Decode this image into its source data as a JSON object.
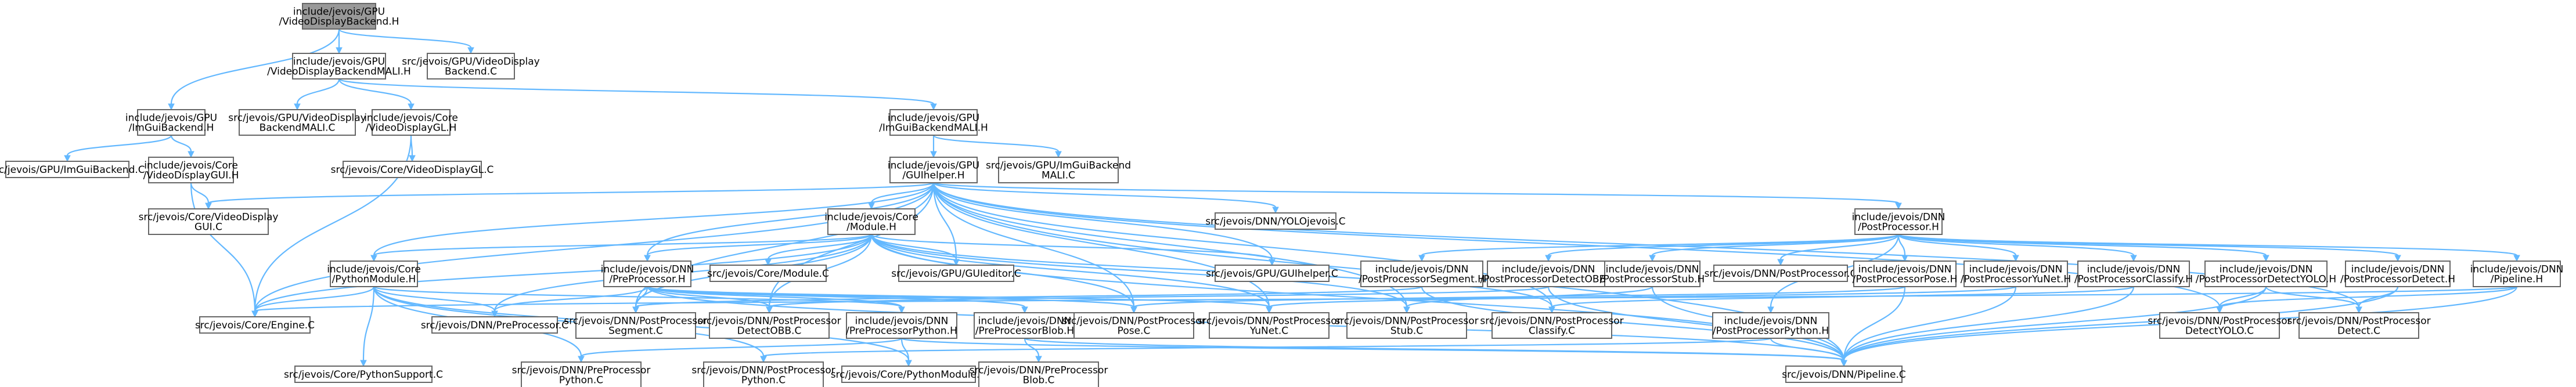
{
  "graph": {
    "colors": {
      "node_fill": "#ffffff",
      "root_fill": "#999999",
      "node_border": "#666666",
      "edge": "#63b8ff"
    },
    "nodes": [
      {
        "id": "root",
        "lines": [
          "include/jevois/GPU",
          "/VideoDisplayBackend.H"
        ],
        "root": true
      },
      {
        "id": "vdbmali_h",
        "lines": [
          "include/jevois/GPU",
          "/VideoDisplayBackendMALI.H"
        ]
      },
      {
        "id": "vdb_c",
        "lines": [
          "src/jevois/GPU/VideoDisplay",
          "Backend.C"
        ]
      },
      {
        "id": "imguibackend_h",
        "lines": [
          "include/jevois/GPU",
          "/ImGuiBackend.H"
        ]
      },
      {
        "id": "vdbmali_c",
        "lines": [
          "src/jevois/GPU/VideoDisplay",
          "BackendMALI.C"
        ]
      },
      {
        "id": "vdgl_h",
        "lines": [
          "include/jevois/Core",
          "/VideoDisplayGL.H"
        ]
      },
      {
        "id": "imguibackendmali_h",
        "lines": [
          "include/jevois/GPU",
          "/ImGuiBackendMALI.H"
        ]
      },
      {
        "id": "imguibackend_c",
        "lines": [
          "src/jevois/GPU/ImGuiBackend.C"
        ]
      },
      {
        "id": "vdgui_h",
        "lines": [
          "include/jevois/Core",
          "/VideoDisplayGUI.H"
        ]
      },
      {
        "id": "vdgl_c",
        "lines": [
          "src/jevois/Core/VideoDisplayGL.C"
        ]
      },
      {
        "id": "guihelper_h",
        "lines": [
          "include/jevois/GPU",
          "/GUIhelper.H"
        ]
      },
      {
        "id": "imguibackendmali_c",
        "lines": [
          "src/jevois/GPU/ImGuiBackend",
          "MALI.C"
        ]
      },
      {
        "id": "vdgui_c",
        "lines": [
          "src/jevois/Core/VideoDisplay",
          "GUI.C"
        ]
      },
      {
        "id": "module_h",
        "lines": [
          "include/jevois/Core",
          "/Module.H"
        ]
      },
      {
        "id": "yolojevois_c",
        "lines": [
          "src/jevois/DNN/YOLOjevois.C"
        ]
      },
      {
        "id": "postproc_h",
        "lines": [
          "include/jevois/DNN",
          "/PostProcessor.H"
        ]
      },
      {
        "id": "pythonmodule_h",
        "lines": [
          "include/jevois/Core",
          "/PythonModule.H"
        ]
      },
      {
        "id": "preproc_h",
        "lines": [
          "include/jevois/DNN",
          "/PreProcessor.H"
        ]
      },
      {
        "id": "module_c",
        "lines": [
          "src/jevois/Core/Module.C"
        ]
      },
      {
        "id": "guieditor_c",
        "lines": [
          "src/jevois/GPU/GUIeditor.C"
        ]
      },
      {
        "id": "guihelper_c",
        "lines": [
          "src/jevois/GPU/GUIhelper.C"
        ]
      },
      {
        "id": "ppseg_h",
        "lines": [
          "include/jevois/DNN",
          "/PostProcessorSegment.H"
        ]
      },
      {
        "id": "ppobb_h",
        "lines": [
          "include/jevois/DNN",
          "/PostProcessorDetectOBB.H"
        ]
      },
      {
        "id": "ppstub_h",
        "lines": [
          "include/jevois/DNN",
          "/PostProcessorStub.H"
        ]
      },
      {
        "id": "postproc_c",
        "lines": [
          "src/jevois/DNN/PostProcessor.C"
        ]
      },
      {
        "id": "pppose_h",
        "lines": [
          "include/jevois/DNN",
          "/PostProcessorPose.H"
        ]
      },
      {
        "id": "ppyunet_h",
        "lines": [
          "include/jevois/DNN",
          "/PostProcessorYuNet.H"
        ]
      },
      {
        "id": "ppclassify_h",
        "lines": [
          "include/jevois/DNN",
          "/PostProcessorClassify.H"
        ]
      },
      {
        "id": "ppyolo_h",
        "lines": [
          "include/jevois/DNN",
          "/PostProcessorDetectYOLO.H"
        ]
      },
      {
        "id": "ppdetect_h",
        "lines": [
          "include/jevois/DNN",
          "/PostProcessorDetect.H"
        ]
      },
      {
        "id": "pipeline_h",
        "lines": [
          "include/jevois/DNN",
          "/Pipeline.H"
        ]
      },
      {
        "id": "engine_c",
        "lines": [
          "src/jevois/Core/Engine.C"
        ]
      },
      {
        "id": "preproc_c",
        "lines": [
          "src/jevois/DNN/PreProcessor.C"
        ]
      },
      {
        "id": "ppseg_c",
        "lines": [
          "src/jevois/DNN/PostProcessor",
          "Segment.C"
        ]
      },
      {
        "id": "ppobb_c",
        "lines": [
          "src/jevois/DNN/PostProcessor",
          "DetectOBB.C"
        ]
      },
      {
        "id": "prepython_h",
        "lines": [
          "include/jevois/DNN",
          "/PreProcessorPython.H"
        ]
      },
      {
        "id": "preblob_h",
        "lines": [
          "include/jevois/DNN",
          "/PreProcessorBlob.H"
        ]
      },
      {
        "id": "pppose_c",
        "lines": [
          "src/jevois/DNN/PostProcessor",
          "Pose.C"
        ]
      },
      {
        "id": "ppyunet_c",
        "lines": [
          "src/jevois/DNN/PostProcessor",
          "YuNet.C"
        ]
      },
      {
        "id": "ppstub_c",
        "lines": [
          "src/jevois/DNN/PostProcessor",
          "Stub.C"
        ]
      },
      {
        "id": "ppclassify_c",
        "lines": [
          "src/jevois/DNN/PostProcessor",
          "Classify.C"
        ]
      },
      {
        "id": "pppython_h",
        "lines": [
          "include/jevois/DNN",
          "/PostProcessorPython.H"
        ]
      },
      {
        "id": "ppyolo_c",
        "lines": [
          "src/jevois/DNN/PostProcessor",
          "DetectYOLO.C"
        ]
      },
      {
        "id": "ppdetect_c",
        "lines": [
          "src/jevois/DNN/PostProcessor",
          "Detect.C"
        ]
      },
      {
        "id": "pythonsupport_c",
        "lines": [
          "src/jevois/Core/PythonSupport.C"
        ]
      },
      {
        "id": "prepython_c",
        "lines": [
          "src/jevois/DNN/PreProcessor",
          "Python.C"
        ]
      },
      {
        "id": "pppython_c",
        "lines": [
          "src/jevois/DNN/PostProcessor",
          "Python.C"
        ]
      },
      {
        "id": "pythonmodule_c",
        "lines": [
          "src/jevois/Core/PythonModule.C"
        ]
      },
      {
        "id": "preblob_c",
        "lines": [
          "src/jevois/DNN/PreProcessor",
          "Blob.C"
        ]
      },
      {
        "id": "pipeline_c",
        "lines": [
          "src/jevois/DNN/Pipeline.C"
        ]
      }
    ],
    "edges": [
      [
        "root",
        "vdbmali_h"
      ],
      [
        "root",
        "vdb_c"
      ],
      [
        "root",
        "imguibackend_h"
      ],
      [
        "vdbmali_h",
        "vdbmali_c"
      ],
      [
        "vdbmali_h",
        "vdgl_h"
      ],
      [
        "vdbmali_h",
        "imguibackendmali_h"
      ],
      [
        "imguibackend_h",
        "imguibackend_c"
      ],
      [
        "imguibackend_h",
        "vdgui_h"
      ],
      [
        "vdgl_h",
        "vdgl_c"
      ],
      [
        "vdgl_h",
        "engine_c"
      ],
      [
        "imguibackendmali_h",
        "guihelper_h"
      ],
      [
        "imguibackendmali_h",
        "imguibackendmali_c"
      ],
      [
        "vdgui_h",
        "vdgui_c"
      ],
      [
        "vdgui_h",
        "engine_c"
      ],
      [
        "guihelper_h",
        "vdgui_c"
      ],
      [
        "guihelper_h",
        "module_h"
      ],
      [
        "guihelper_h",
        "yolojevois_c"
      ],
      [
        "guihelper_h",
        "postproc_h"
      ],
      [
        "guihelper_h",
        "engine_c"
      ],
      [
        "guihelper_h",
        "guieditor_c"
      ],
      [
        "guihelper_h",
        "guihelper_c"
      ],
      [
        "guihelper_h",
        "pythonmodule_h"
      ],
      [
        "guihelper_h",
        "preproc_h"
      ],
      [
        "guihelper_h",
        "ppseg_c"
      ],
      [
        "guihelper_h",
        "ppobb_c"
      ],
      [
        "guihelper_h",
        "pppose_c"
      ],
      [
        "guihelper_h",
        "ppyunet_c"
      ],
      [
        "guihelper_h",
        "ppstub_c"
      ],
      [
        "guihelper_h",
        "ppclassify_c"
      ],
      [
        "guihelper_h",
        "ppyolo_c"
      ],
      [
        "guihelper_h",
        "ppdetect_c"
      ],
      [
        "guihelper_h",
        "pipeline_c"
      ],
      [
        "module_h",
        "pythonmodule_h"
      ],
      [
        "module_h",
        "preproc_h"
      ],
      [
        "module_h",
        "module_c"
      ],
      [
        "module_h",
        "guieditor_c"
      ],
      [
        "module_h",
        "guihelper_c"
      ],
      [
        "module_h",
        "engine_c"
      ],
      [
        "module_h",
        "preproc_c"
      ],
      [
        "module_h",
        "ppseg_c"
      ],
      [
        "module_h",
        "ppobb_c"
      ],
      [
        "module_h",
        "pppose_c"
      ],
      [
        "module_h",
        "ppyunet_c"
      ],
      [
        "module_h",
        "ppstub_c"
      ],
      [
        "module_h",
        "ppclassify_c"
      ],
      [
        "module_h",
        "pipeline_c"
      ],
      [
        "postproc_h",
        "ppseg_h"
      ],
      [
        "postproc_h",
        "ppobb_h"
      ],
      [
        "postproc_h",
        "ppstub_h"
      ],
      [
        "postproc_h",
        "postproc_c"
      ],
      [
        "postproc_h",
        "pppose_h"
      ],
      [
        "postproc_h",
        "ppyunet_h"
      ],
      [
        "postproc_h",
        "ppclassify_h"
      ],
      [
        "postproc_h",
        "ppyolo_h"
      ],
      [
        "postproc_h",
        "ppdetect_h"
      ],
      [
        "postproc_h",
        "pipeline_h"
      ],
      [
        "postproc_h",
        "pppython_h"
      ],
      [
        "pythonmodule_h",
        "engine_c"
      ],
      [
        "pythonmodule_h",
        "preproc_c"
      ],
      [
        "pythonmodule_h",
        "pythonsupport_c"
      ],
      [
        "pythonmodule_h",
        "prepython_c"
      ],
      [
        "pythonmodule_h",
        "pppython_c"
      ],
      [
        "pythonmodule_h",
        "pythonmodule_c"
      ],
      [
        "pythonmodule_h",
        "prepython_h"
      ],
      [
        "preproc_h",
        "preproc_c"
      ],
      [
        "preproc_h",
        "ppseg_c"
      ],
      [
        "preproc_h",
        "ppobb_c"
      ],
      [
        "preproc_h",
        "prepython_h"
      ],
      [
        "preproc_h",
        "preblob_h"
      ],
      [
        "preproc_h",
        "pppose_c"
      ],
      [
        "preproc_h",
        "ppyunet_c"
      ],
      [
        "preproc_h",
        "pipeline_c"
      ],
      [
        "ppseg_h",
        "ppseg_c"
      ],
      [
        "ppseg_h",
        "pipeline_c"
      ],
      [
        "ppobb_h",
        "ppobb_c"
      ],
      [
        "ppobb_h",
        "pipeline_c"
      ],
      [
        "ppstub_h",
        "ppstub_c"
      ],
      [
        "ppstub_h",
        "pipeline_c"
      ],
      [
        "pppose_h",
        "pppose_c"
      ],
      [
        "pppose_h",
        "pipeline_c"
      ],
      [
        "ppyunet_h",
        "ppyunet_c"
      ],
      [
        "ppyunet_h",
        "pipeline_c"
      ],
      [
        "ppclassify_h",
        "ppclassify_c"
      ],
      [
        "ppclassify_h",
        "pipeline_c"
      ],
      [
        "ppyolo_h",
        "ppyolo_c"
      ],
      [
        "ppyolo_h",
        "ppdetect_c"
      ],
      [
        "ppyolo_h",
        "pipeline_c"
      ],
      [
        "ppdetect_h",
        "ppdetect_c"
      ],
      [
        "ppdetect_h",
        "pipeline_c"
      ],
      [
        "pipeline_h",
        "engine_c"
      ],
      [
        "pipeline_h",
        "pipeline_c"
      ],
      [
        "pipeline_h",
        "ppyolo_c"
      ],
      [
        "prepython_h",
        "prepython_c"
      ],
      [
        "prepython_h",
        "pythonmodule_c"
      ],
      [
        "prepython_h",
        "pipeline_c"
      ],
      [
        "preblob_h",
        "preblob_c"
      ],
      [
        "preblob_h",
        "pipeline_c"
      ],
      [
        "pppython_h",
        "pppython_c"
      ],
      [
        "pppython_h",
        "pipeline_c"
      ]
    ]
  }
}
